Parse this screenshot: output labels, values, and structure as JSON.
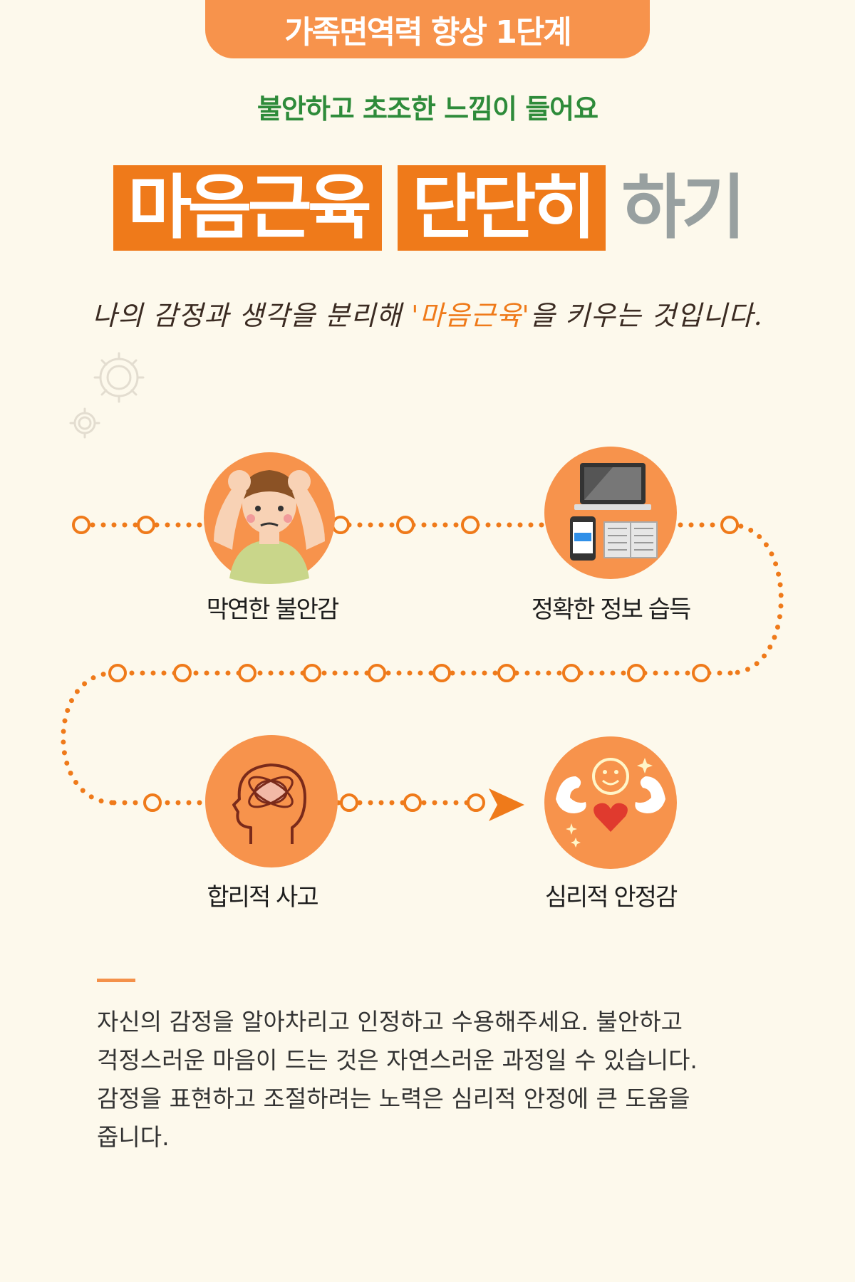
{
  "header": {
    "tab_label": "가족면역력 향상 1단계"
  },
  "intro": {
    "subtitle": "불안하고 초조한 느낌이 들어요",
    "headline_box_1": "마음근육",
    "headline_box_2": "단단히",
    "headline_tail": "하기",
    "description_before": "나의 감정과 생각을 분리해 ",
    "description_accent": "'마음근육'",
    "description_after": "을  키우는 것입니다."
  },
  "steps": [
    {
      "label": "막연한 불안감",
      "icon": "stressed-person-icon"
    },
    {
      "label": "정확한 정보 습득",
      "icon": "devices-news-icon"
    },
    {
      "label": "합리적 사고",
      "icon": "thinking-head-icon"
    },
    {
      "label": "심리적 안정감",
      "icon": "strong-smile-heart-icon"
    }
  ],
  "body": {
    "lines": [
      "자신의 감정을 알아차리고 인정하고 수용해주세요. 불안하고",
      "걱정스러운 마음이 드는 것은 자연스러운 과정일 수 있습니다.",
      "감정을 표현하고 조절하려는 노력은 심리적 안정에 큰 도움을",
      "줍니다."
    ]
  },
  "colors": {
    "background": "#fdf9ec",
    "accent_orange": "#ef7a1a",
    "light_orange": "#f7934c",
    "green": "#2e8b3a",
    "gray": "#98a0a0"
  }
}
